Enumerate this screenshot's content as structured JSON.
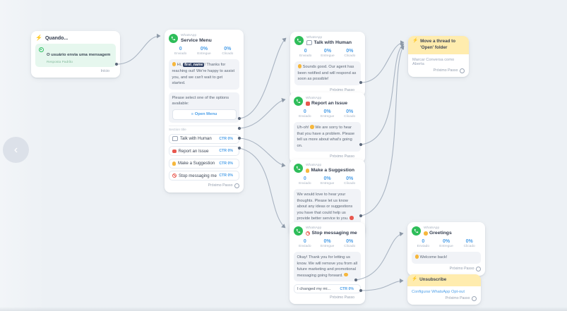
{
  "colors": {
    "canvas": "#edf1f5",
    "accent_blue": "#4c9fe8",
    "whatsapp_green": "#2ebd59",
    "trigger_green_bg": "#e6f7ee",
    "action_yellow": "#ffecae",
    "alert_red": "#e8584f",
    "bulb_yellow": "#f6b73c",
    "wire_gray": "#a9b4c2"
  },
  "back_button": {
    "glyph": "‹"
  },
  "nodes": {
    "trigger": {
      "icon": "lightning-bolt",
      "title": "Quando...",
      "condition": "O usuário envia uma mensagem",
      "condition_sub": "Resposta Padrão",
      "output_label": "Início"
    },
    "service_menu": {
      "channel": "WhatsApp",
      "title": "Service Menu",
      "stats": [
        {
          "value": "0",
          "label": "Enviado"
        },
        {
          "value": "0%",
          "label": "Entregue"
        },
        {
          "value": "0%",
          "label": "Clicado"
        }
      ],
      "greeting": {
        "emoji": "👋",
        "pre": "Hi, ",
        "variable": "first_name",
        "post": "! Thanks for reaching out! We're happy to assist you, and we can't wait to get started."
      },
      "select_prompt": "Please select one of the options available:",
      "menu_button": {
        "icon": "≡",
        "label": "Open Menu"
      },
      "section_label": "Section title",
      "options": [
        {
          "icon": "chat-icon",
          "label": "Talk with Human",
          "ctr": "CTR 0%"
        },
        {
          "icon": "alert-icon",
          "label": "Report an Issue",
          "ctr": "CTR 0%"
        },
        {
          "icon": "bulb-icon",
          "label": "Make a Suggestion",
          "ctr": "CTR 0%"
        },
        {
          "icon": "block-icon",
          "label": "Stop messaging me",
          "ctr": "CTR 0%"
        }
      ],
      "next_label": "Próximo Passo"
    },
    "talk_with_human": {
      "channel": "WhatsApp",
      "title": "Talk with Human",
      "stats": [
        {
          "value": "0",
          "label": "Enviado"
        },
        {
          "value": "0%",
          "label": "Entregue"
        },
        {
          "value": "0%",
          "label": "Clicado"
        }
      ],
      "message": {
        "emoji": "😊",
        "text": "Sounds good. Our agent has been notified and will respond as soon as possible!"
      },
      "next_label": "Próximo Passo"
    },
    "move_thread": {
      "icon": "lightning-bolt",
      "title": "Move a thread to 'Open' folder",
      "action_label": "Marcar Conversa como Aberta",
      "next_label": "Próximo Passo"
    },
    "report_issue": {
      "channel": "WhatsApp",
      "title": "Report an Issue",
      "stats": [
        {
          "value": "0",
          "label": "Enviado"
        },
        {
          "value": "0%",
          "label": "Entregue"
        },
        {
          "value": "0%",
          "label": "Clicado"
        }
      ],
      "message": {
        "pre": "Uh-oh! ",
        "emoji": "😟",
        "post": " We are sorry to hear that you have a problem. Please tell us more about what's going on."
      },
      "next_label": "Próximo Passo"
    },
    "make_suggestion": {
      "channel": "WhatsApp",
      "title": "Make a Suggestion",
      "stats": [
        {
          "value": "0",
          "label": "Enviado"
        },
        {
          "value": "0%",
          "label": "Entregue"
        },
        {
          "value": "0%",
          "label": "Clicado"
        }
      ],
      "message": {
        "text": "We would love to hear your thoughts. Please let us know about any ideas or suggestions you have that could help us provide better service to you. ",
        "emoji": "❤️"
      },
      "next_label": "Próximo Passo"
    },
    "stop_messaging": {
      "channel": "WhatsApp",
      "title": "Stop messaging me",
      "stats": [
        {
          "value": "0",
          "label": "Enviado"
        },
        {
          "value": "0%",
          "label": "Entregue"
        },
        {
          "value": "0%",
          "label": "Clicado"
        }
      ],
      "message": {
        "text": "Okay! Thank you for letting us know. We will remove you from all future marketing and promotional messaging going forward. ",
        "emoji": "👍"
      },
      "reply_button": {
        "label": "I changed my mi...",
        "ctr": "CTR 0%"
      },
      "next_label": "Próximo Passo"
    },
    "greetings": {
      "channel": "WhatsApp",
      "title": "Greetings",
      "title_emoji": "👋",
      "stats": [
        {
          "value": "0",
          "label": "Enviado"
        },
        {
          "value": "0%",
          "label": "Entregue"
        },
        {
          "value": "0%",
          "label": "Clicado"
        }
      ],
      "message": {
        "emoji": "😊",
        "text": "Welcome back!"
      },
      "next_label": "Próximo Passo"
    },
    "unsubscribe": {
      "icon": "lightning-bolt",
      "title": "Unsubscribe",
      "action_label": "Configurar WhatsApp Opt-out",
      "next_label": "Próximo Passo"
    }
  }
}
